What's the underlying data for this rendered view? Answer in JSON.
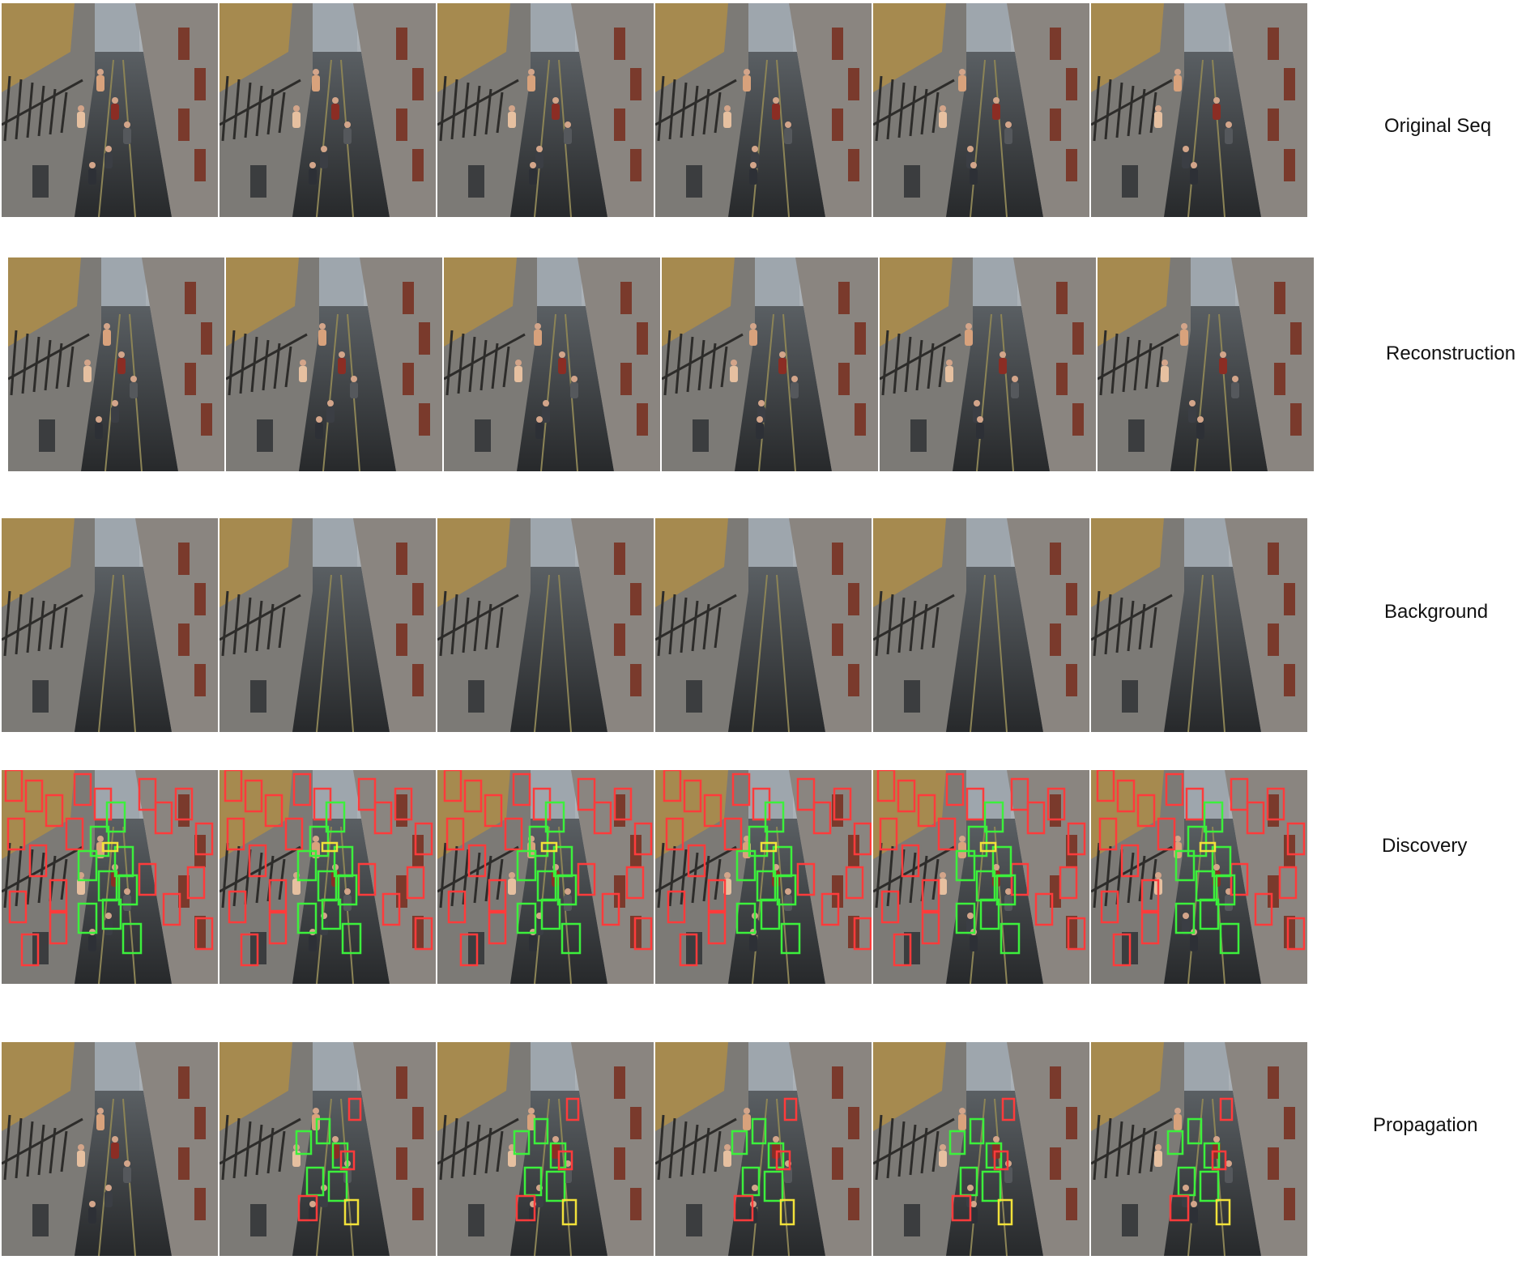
{
  "rows": [
    {
      "label": "Original Seq",
      "overlay": "none"
    },
    {
      "label": "Reconstruction",
      "overlay": "none"
    },
    {
      "label": "Background",
      "overlay": "none"
    },
    {
      "label": "Discovery",
      "overlay": "boxes-dense"
    },
    {
      "label": "Propagation",
      "overlay": "boxes-sparse"
    }
  ],
  "frames_per_row": 6,
  "colors": {
    "box_green": "#3cf03c",
    "box_red": "#ff3b3b",
    "box_yellow": "#f2e13a",
    "label_text": "#111111"
  }
}
